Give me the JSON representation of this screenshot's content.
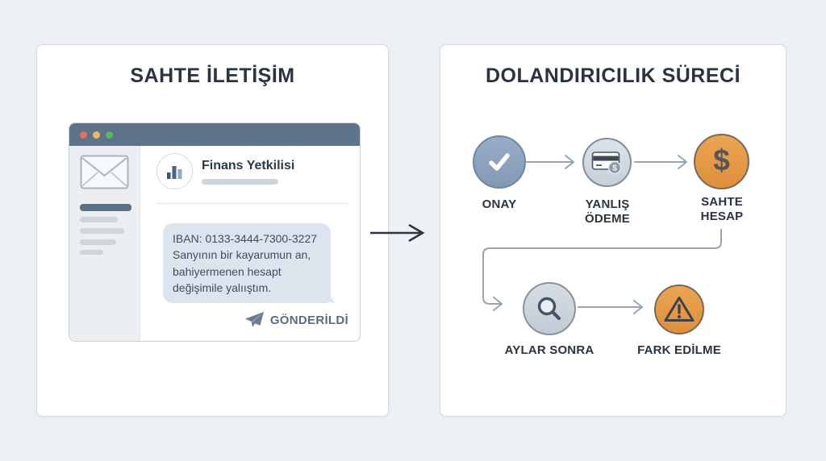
{
  "left_panel": {
    "title": "SAHTE İLETİŞİM",
    "browser_window": {
      "traffic_lights": [
        "close",
        "minimize",
        "maximize"
      ],
      "sidebar_icon": "envelope-icon",
      "profile": {
        "name": "Finans Yetkilisi",
        "avatar_icon": "bar-chart-icon"
      },
      "message_bubble": {
        "line1": "IBAN: 0133-3444-7300-3227",
        "line2": "Sanyının bir kayarumun an,",
        "line3": "bahiyermenen hesapt",
        "line4": "değişimile yalııştım."
      },
      "sent": {
        "label": "GÖNDERİLDİ",
        "icon": "paper-plane-icon"
      }
    }
  },
  "connector_between_panels": {
    "icon": "right-arrow-icon"
  },
  "right_panel": {
    "title": "DOLANDIRICILIK SÜRECİ",
    "steps": [
      {
        "label": "ONAY",
        "icon": "check-icon",
        "circle_color": "#8ca3bd"
      },
      {
        "label": "YANLIŞ ÖDEME",
        "icon": "credit-card-icon",
        "circle_color": "#d3dae2"
      },
      {
        "label": "SAHTE HESAP",
        "icon": "dollar-icon",
        "circle_color": "#e69a48",
        "dollar_glyph": "$"
      },
      {
        "label": "AYLAR SONRA",
        "icon": "magnifier-icon",
        "circle_color": "#ccd4dc"
      },
      {
        "label": "FARK EDİLME",
        "icon": "warning-icon",
        "circle_color": "#e69a48"
      }
    ]
  },
  "colors": {
    "page_background": "#edf1f5",
    "title_text": "#2a3441",
    "browser_titlebar": "#5d7389",
    "bubble_background": "#dce4ee",
    "flow_arrow": "#98a4b0",
    "accent_orange": "#e69a48",
    "accent_slate": "#8ca3bd"
  }
}
